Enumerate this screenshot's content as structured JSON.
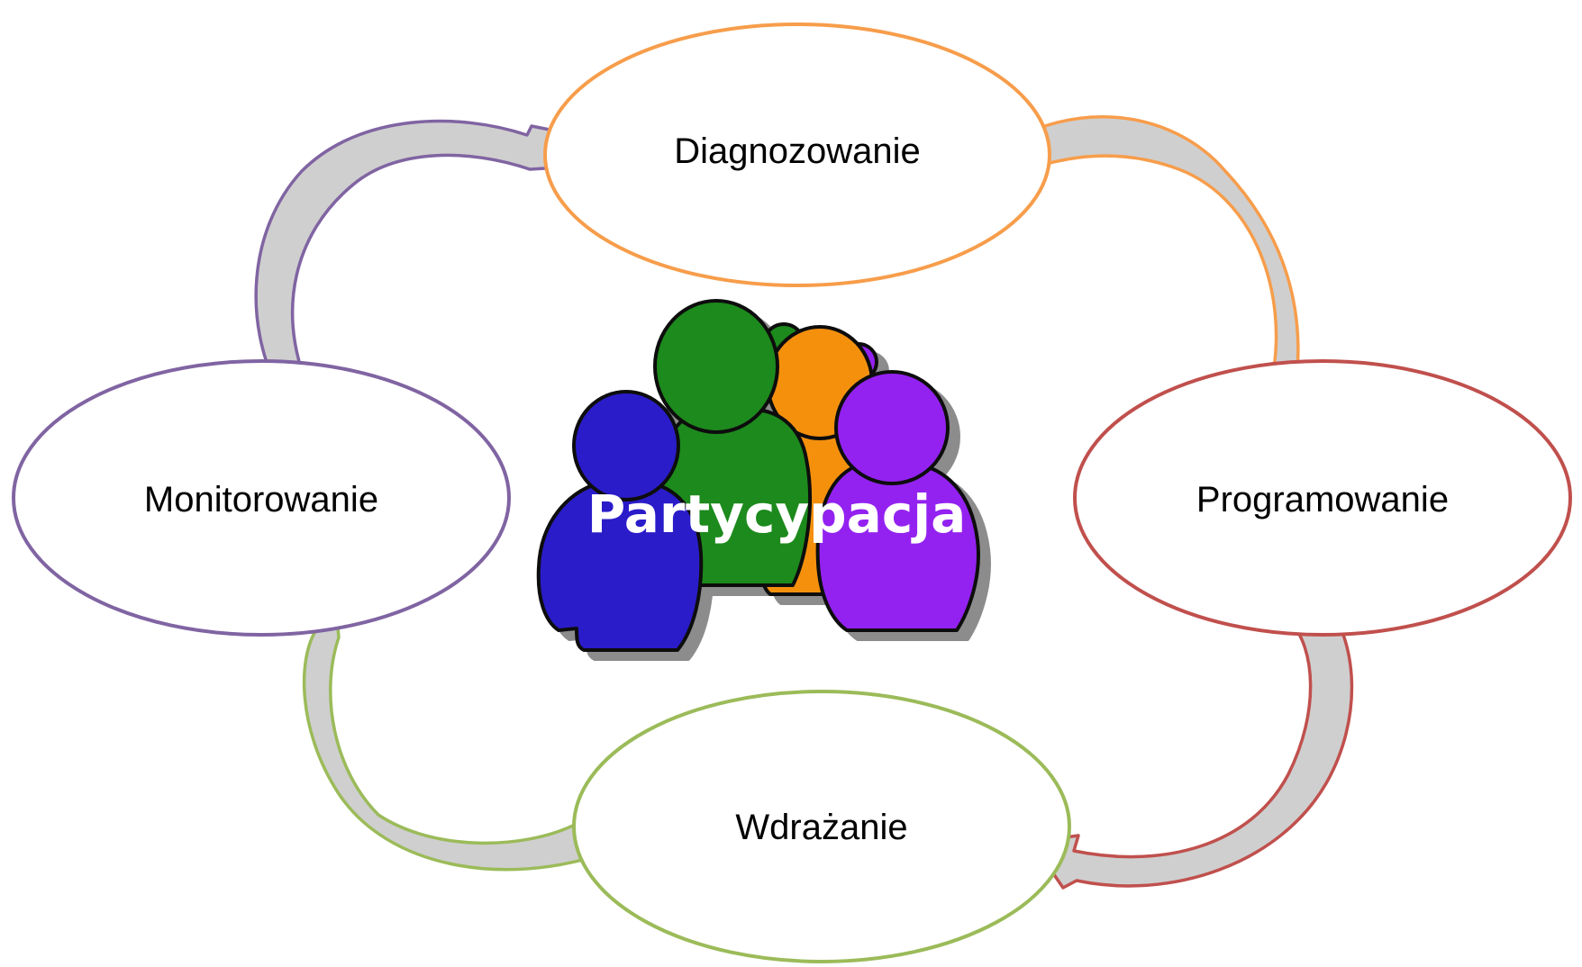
{
  "diagram": {
    "center": {
      "label": "Partycypacja",
      "icon": "people-group-icon",
      "figure_colors": [
        "#2a1fc9",
        "#1e8a1e",
        "#f5900f",
        "#9320f0"
      ]
    },
    "nodes": [
      {
        "id": "diagnozowanie",
        "label": "Diagnozowanie",
        "color": "#f79d4b"
      },
      {
        "id": "programowanie",
        "label": "Programowanie",
        "color": "#c0504d"
      },
      {
        "id": "wdrazanie",
        "label": "Wdrażanie",
        "color": "#9bbb59"
      },
      {
        "id": "monitorowanie",
        "label": "Monitorowanie",
        "color": "#8064a2"
      }
    ],
    "cycle": [
      {
        "from": "diagnozowanie",
        "to": "programowanie"
      },
      {
        "from": "programowanie",
        "to": "wdrazanie"
      },
      {
        "from": "wdrazanie",
        "to": "monitorowanie"
      },
      {
        "from": "monitorowanie",
        "to": "diagnozowanie"
      }
    ],
    "arrow_fill": "#cfcfcf"
  }
}
